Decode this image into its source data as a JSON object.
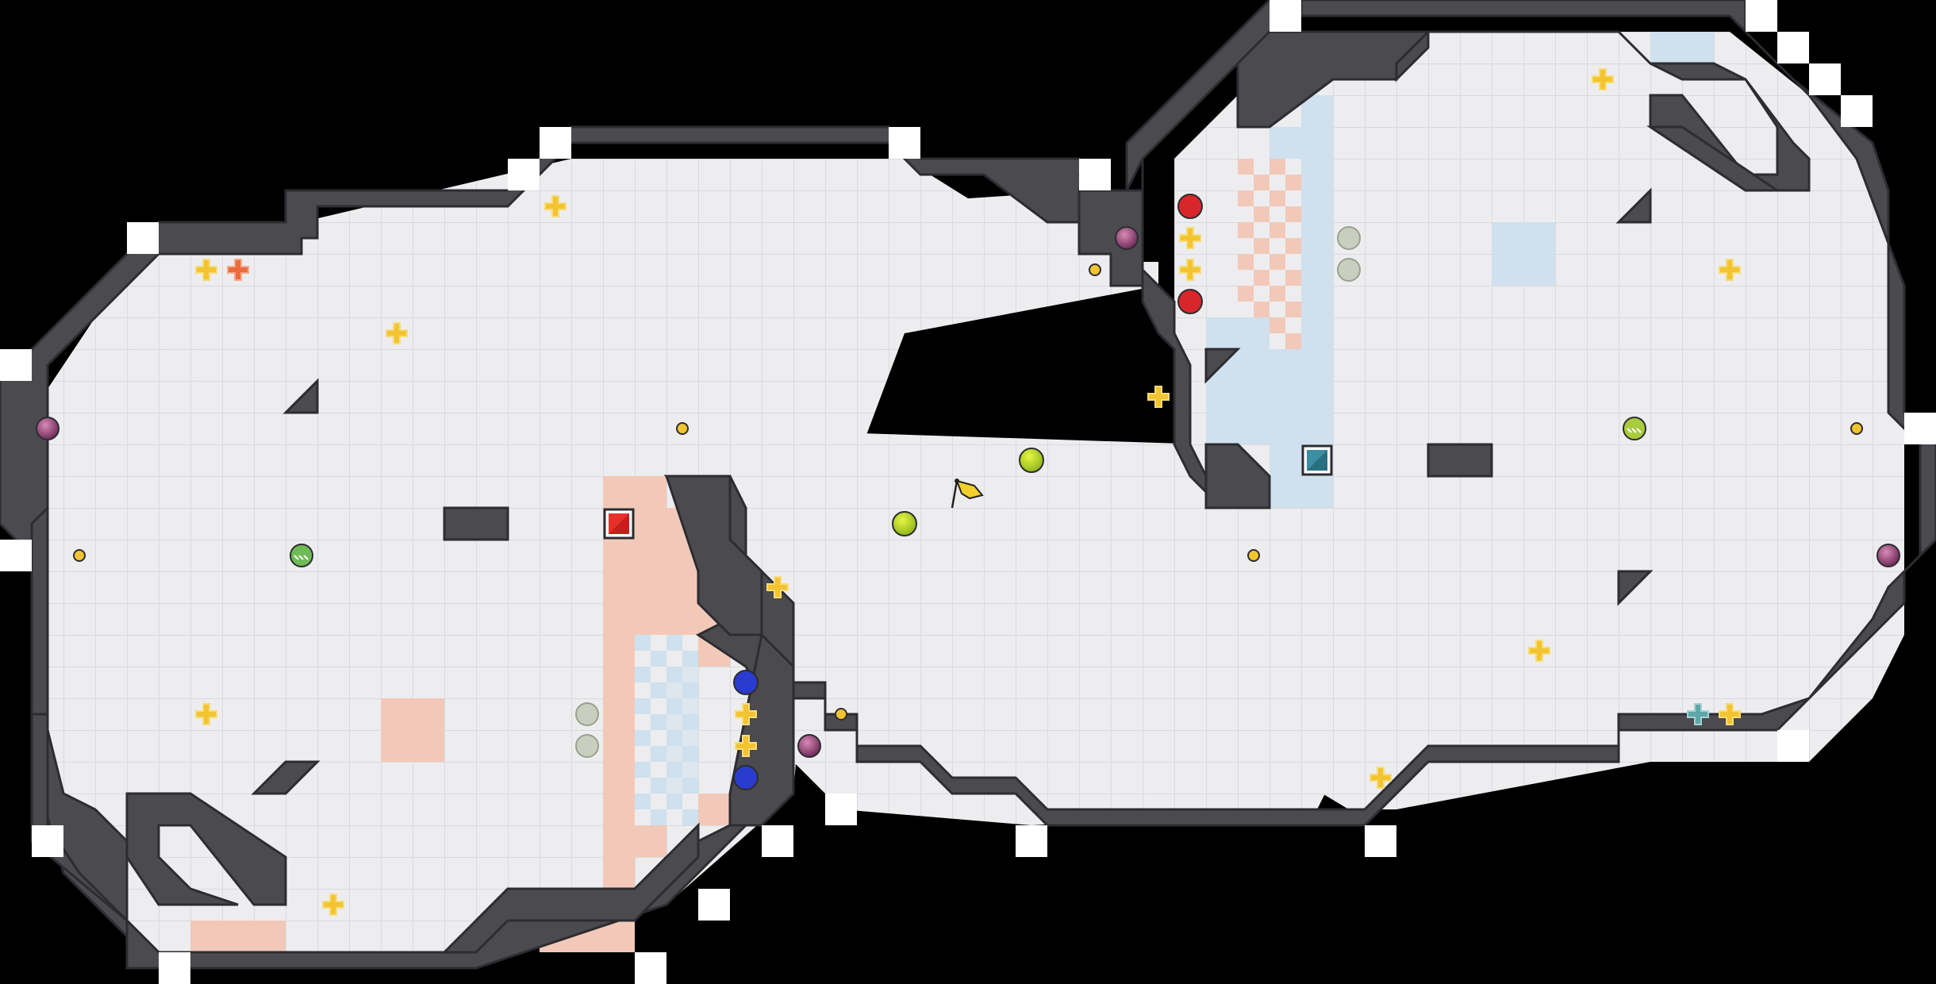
{
  "map": {
    "colors": {
      "background": "#000000",
      "floor": "#ededef",
      "grid": "#d8d9dd",
      "wall": "#4a4a4f",
      "wall_edge": "#2c2c31",
      "outline": "#ffffff",
      "red_zone": "#f2c9b8",
      "blue_zone": "#cfe0ee",
      "red_flag_base": "#e8302a",
      "blue_flag_base": "#3c8ea3"
    },
    "red_team_base": "red-flag-base",
    "blue_team_base": "blue-flag-base",
    "neutral_flag": "yellow-flag-icon"
  },
  "entities": {
    "boosts": [
      "yellow-boost",
      "red-boost",
      "blue-boost"
    ],
    "powerups": "green-powerup",
    "spikes": "spike",
    "bombs": "bomb",
    "buttons": "button",
    "red_team_ball": "red-ball",
    "blue_team_ball": "blue-ball",
    "neutral_ball": "neutral-ball",
    "portal": "portal"
  }
}
